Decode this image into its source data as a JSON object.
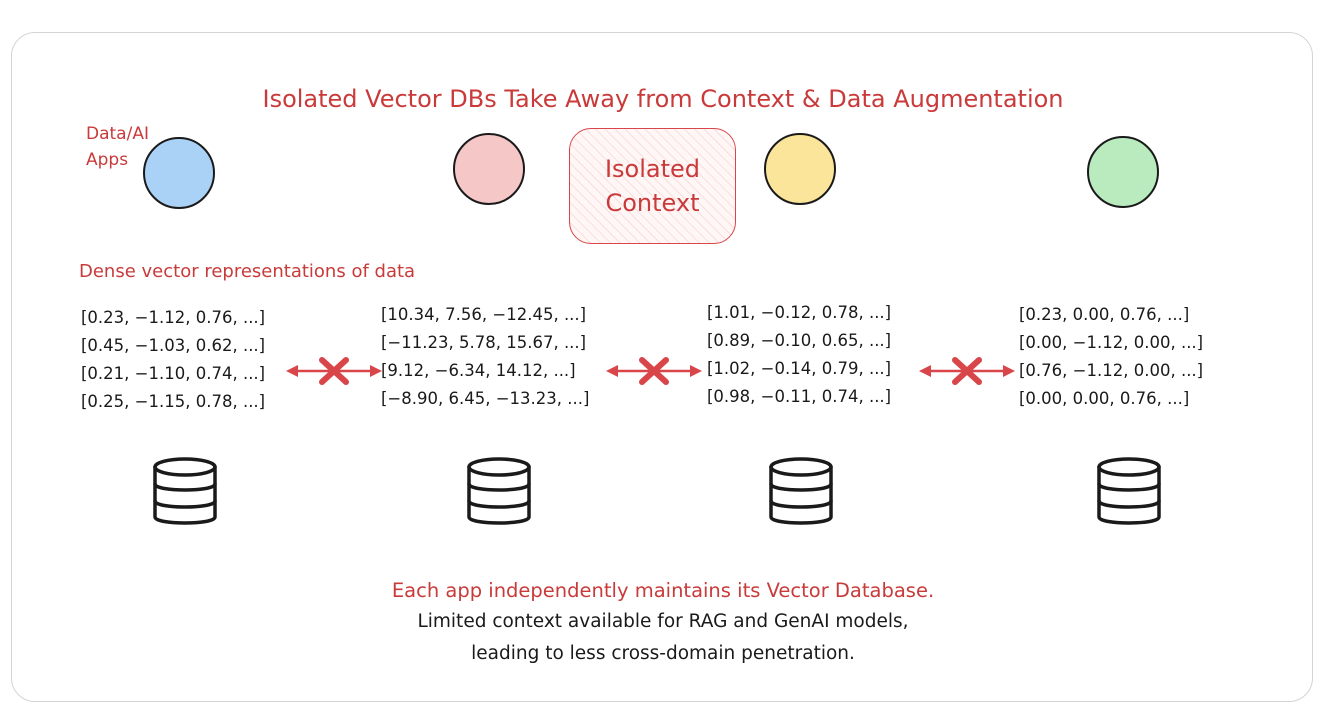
{
  "title": "Isolated Vector DBs Take Away from Context & Data Augmentation",
  "apps_label": [
    "Data/AI",
    "Apps"
  ],
  "isolated_box": [
    "Isolated",
    "Context"
  ],
  "section_label": "Dense vector representations of data",
  "apps": [
    {
      "circle_color": "#aad2f7",
      "vectors": [
        "[0.23, −1.12, 0.76, ...]",
        "[0.45, −1.03, 0.62, ...]",
        "[0.21, −1.10, 0.74, ...]",
        "[0.25, −1.15, 0.78, ...]"
      ]
    },
    {
      "circle_color": "#f5c7c7",
      "vectors": [
        "[10.34, 7.56, −12.45, ...]",
        "[−11.23, 5.78, 15.67, ...]",
        "[9.12, −6.34, 14.12, ...]",
        "[−8.90, 6.45, −13.23, ...]"
      ]
    },
    {
      "circle_color": "#fae59a",
      "vectors": [
        "[1.01, −0.12, 0.78, ...]",
        "[0.89, −0.10, 0.65, ...]",
        "[1.02, −0.14, 0.79, ...]",
        "[0.98, −0.11, 0.74, ...]"
      ]
    },
    {
      "circle_color": "#b9ebbf",
      "vectors": [
        "[0.23, 0.00, 0.76, ...]",
        "[0.00, −1.12, 0.00, ...]",
        "[0.76, −1.12, 0.00, ...]",
        "[0.00, 0.00, 0.76, ...]"
      ]
    }
  ],
  "footer": {
    "main": "Each app independently maintains its Vector Database.",
    "line1": "Limited context available for RAG and GenAI models,",
    "line2": "leading to less cross-domain penetration."
  },
  "colors": {
    "accent_red": "#c93a3a",
    "ink": "#1a1a1a",
    "border": "#d4d4d4"
  },
  "icons": {
    "database": "database-icon",
    "blocked_link": "blocked-bidirectional-arrow-icon"
  }
}
